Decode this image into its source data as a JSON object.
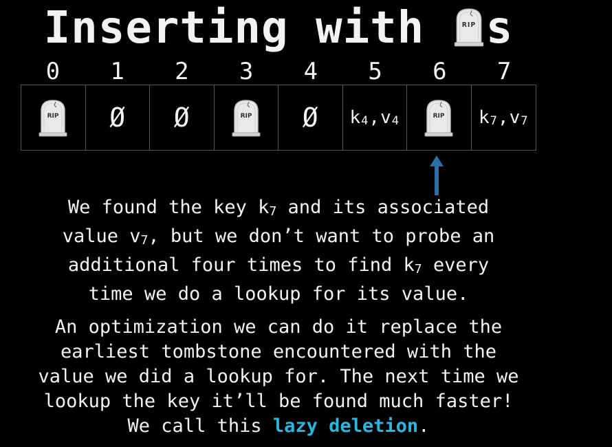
{
  "title": {
    "text": "Inserting with",
    "suffix": "s",
    "icon": "tombstone-icon"
  },
  "tombstone": {
    "label": "RIP"
  },
  "indices": [
    "0",
    "1",
    "2",
    "3",
    "4",
    "5",
    "6",
    "7"
  ],
  "cells": [
    {
      "type": "tombstone"
    },
    {
      "type": "empty",
      "text": "Ø"
    },
    {
      "type": "empty",
      "text": "Ø"
    },
    {
      "type": "tombstone"
    },
    {
      "type": "empty",
      "text": "Ø"
    },
    {
      "type": "kv",
      "k": "k",
      "ksub": "4",
      "sep": ",",
      "v": "v",
      "vsub": "4"
    },
    {
      "type": "tombstone"
    },
    {
      "type": "kv",
      "k": "k",
      "ksub": "7",
      "sep": ",",
      "v": "v",
      "vsub": "7"
    }
  ],
  "pointer": {
    "target_index": 6,
    "color": "#2a6fa8"
  },
  "paragraph1": {
    "line1_a": "We found the key k",
    "line1_sub": "7",
    "line1_b": " and its associated",
    "line2_a": "value v",
    "line2_sub": "7",
    "line2_b": ", but we don’t want to probe an",
    "line3_a": "additional four times to find k",
    "line3_sub": "7",
    "line3_b": " every",
    "line4": "time we do a lookup for its value."
  },
  "paragraph2": {
    "line1": "An optimization we can do it replace the",
    "line2": "earliest tombstone encountered with the",
    "line3": "value we did a lookup for. The next time we",
    "line4": "lookup the key it’ll be found much faster!",
    "line5_a": "We call this ",
    "line5_highlight": "lazy deletion",
    "line5_b": "."
  },
  "colors": {
    "background": "#000000",
    "text": "#f2f2f2",
    "highlight": "#29b6e0",
    "arrow": "#2a6fa8"
  }
}
